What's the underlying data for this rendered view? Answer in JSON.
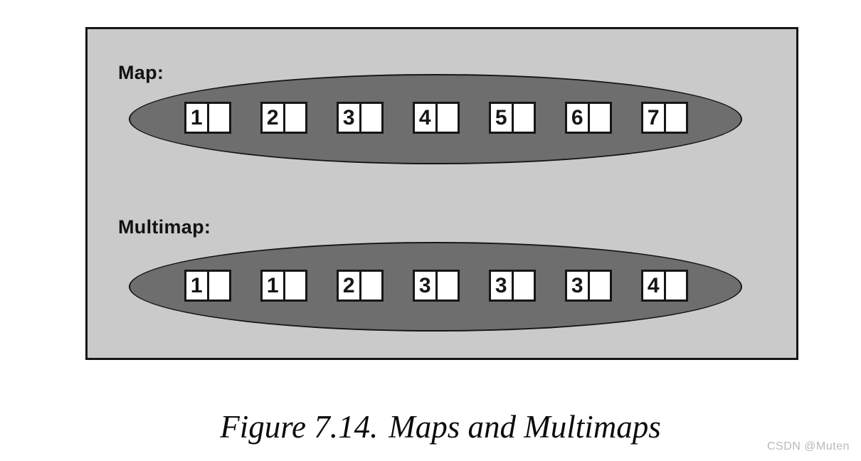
{
  "diagram": {
    "map": {
      "label": "Map:",
      "entries": [
        {
          "key": "1",
          "value": ""
        },
        {
          "key": "2",
          "value": ""
        },
        {
          "key": "3",
          "value": ""
        },
        {
          "key": "4",
          "value": ""
        },
        {
          "key": "5",
          "value": ""
        },
        {
          "key": "6",
          "value": ""
        },
        {
          "key": "7",
          "value": ""
        }
      ]
    },
    "multimap": {
      "label": "Multimap:",
      "entries": [
        {
          "key": "1",
          "value": ""
        },
        {
          "key": "1",
          "value": ""
        },
        {
          "key": "2",
          "value": ""
        },
        {
          "key": "3",
          "value": ""
        },
        {
          "key": "3",
          "value": ""
        },
        {
          "key": "3",
          "value": ""
        },
        {
          "key": "4",
          "value": ""
        }
      ]
    }
  },
  "caption": {
    "figure_label": "Figure 7.14.",
    "title": "Maps and Multimaps"
  },
  "watermark": {
    "text": "CSDN @Muten"
  },
  "colors": {
    "page_bg": "#ffffff",
    "panel_bg": "#cacaca",
    "ellipse_fill": "#6e6e6e",
    "outline": "#161616",
    "watermark_text": "#b9b9b9"
  }
}
